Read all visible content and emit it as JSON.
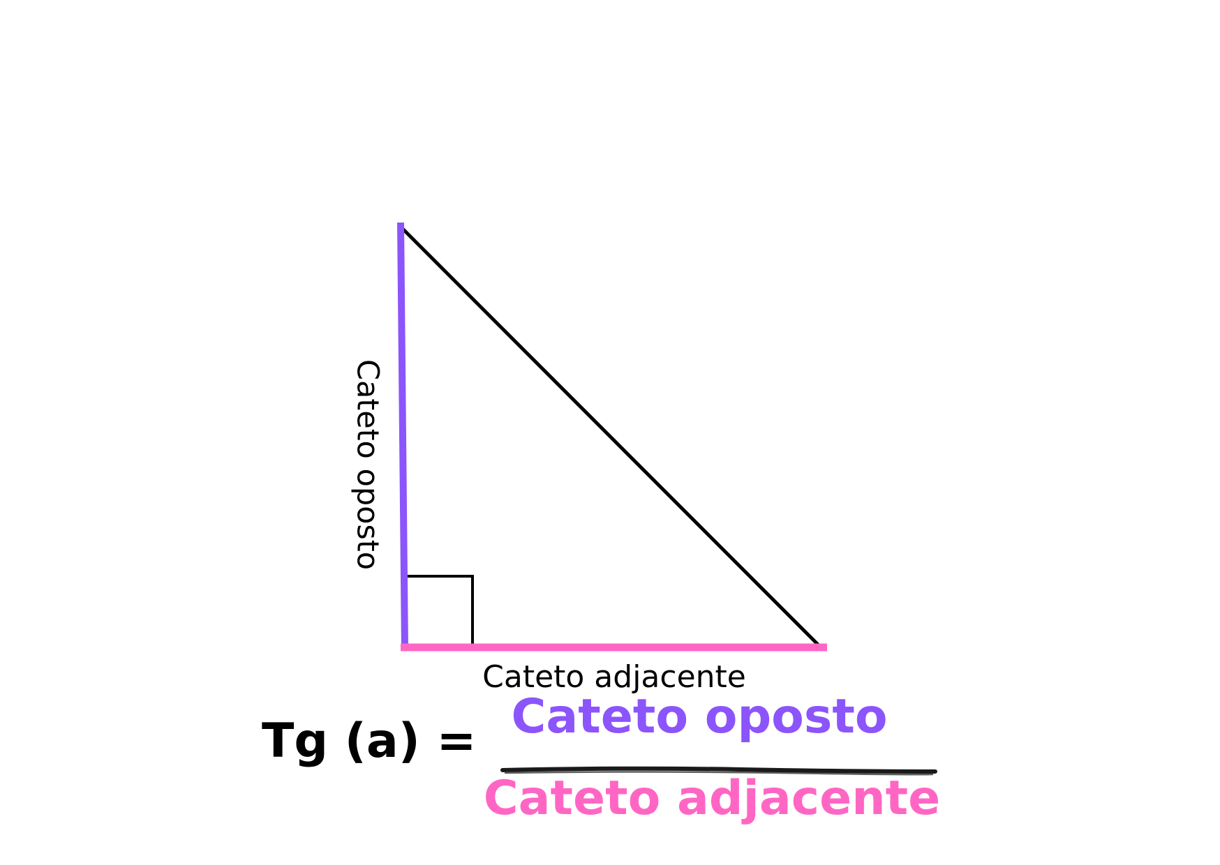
{
  "labels": {
    "opposite_leg": "Cateto oposto",
    "adjacent_leg": "Cateto adjacente"
  },
  "formula": {
    "lhs": "Tg (a) =",
    "numerator": "Cateto oposto",
    "denominator": "Cateto adjacente"
  },
  "colors": {
    "opposite": "#8b55fb",
    "adjacent": "#ff66c4",
    "hypotenuse": "#000000",
    "formula_lhs": "#000000",
    "fraction_bar": "#1a1a1a"
  }
}
